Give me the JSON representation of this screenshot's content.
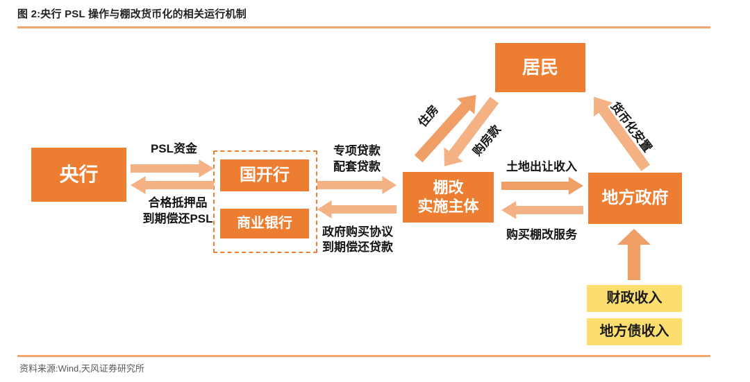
{
  "figure": {
    "title": "图 2:央行 PSL 操作与棚改货币化的相关运行机制",
    "source_note": "资料来源:Wind,天风证券研究所"
  },
  "colors": {
    "accent": "#ED7D31",
    "arrow": "#F4B183",
    "arrowDeep": "#EF9E66",
    "yellow": "#FBDE6E",
    "rule": "#F5A569"
  },
  "nodes": {
    "central_bank": "央行",
    "cdb": "国开行",
    "commercial_bank": "商业银行",
    "shantytown_entity": [
      "棚改",
      "实施主体"
    ],
    "residents": "居民",
    "local_government": "地方政府",
    "fiscal_revenue": "财政收入",
    "local_debt_revenue": "地方债收入"
  },
  "flows": {
    "psl_funds": "PSL资金",
    "collateral": [
      "合格抵押品",
      "到期偿还PSL"
    ],
    "special_loans": [
      "专项贷款",
      "配套贷款"
    ],
    "gov_purchase": [
      "政府购买协议",
      "到期偿还贷款"
    ],
    "housing": "住房",
    "house_payment": "购房款",
    "land_income": "土地出让收入",
    "shantytown_service": "购买棚改服务",
    "monetized_resettlement": "货币化安置"
  }
}
